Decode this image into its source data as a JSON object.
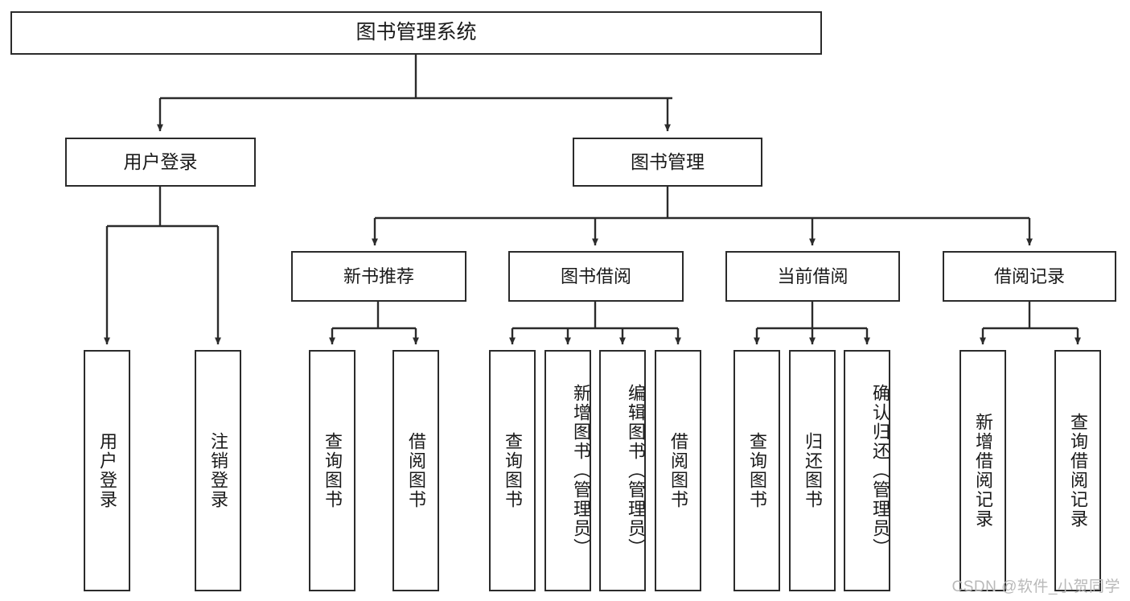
{
  "diagram": {
    "type": "tree",
    "title": "图书管理系统",
    "orientation": "top-down",
    "colors": {
      "box_border": "#2b2b2b",
      "box_fill": "#ffffff",
      "connector": "#2b2b2b",
      "text": "#1a1a1a",
      "watermark": "#b9b9b9",
      "background": "#ffffff"
    },
    "root": {
      "label": "图书管理系统"
    },
    "level2": [
      {
        "label": "用户登录"
      },
      {
        "label": "图书管理"
      }
    ],
    "level3": [
      {
        "label": "新书推荐"
      },
      {
        "label": "图书借阅"
      },
      {
        "label": "当前借阅"
      },
      {
        "label": "借阅记录"
      }
    ],
    "leaves": {
      "user_login": [
        {
          "label": "用户登录"
        },
        {
          "label": "注销登录"
        }
      ],
      "new_book_recommend": [
        {
          "label": "查询图书"
        },
        {
          "label": "借阅图书"
        }
      ],
      "book_borrow": [
        {
          "label": "查询图书"
        },
        {
          "label": "新增图书（管理员）"
        },
        {
          "label": "编辑图书（管理员）"
        },
        {
          "label": "借阅图书"
        }
      ],
      "current_borrow": [
        {
          "label": "查询图书"
        },
        {
          "label": "归还图书"
        },
        {
          "label": "确认归还（管理员）"
        }
      ],
      "borrow_record": [
        {
          "label": "新增借阅记录"
        },
        {
          "label": "查询借阅记录"
        }
      ]
    }
  },
  "watermark": {
    "text": "CSDN @软件_小贺同学"
  }
}
